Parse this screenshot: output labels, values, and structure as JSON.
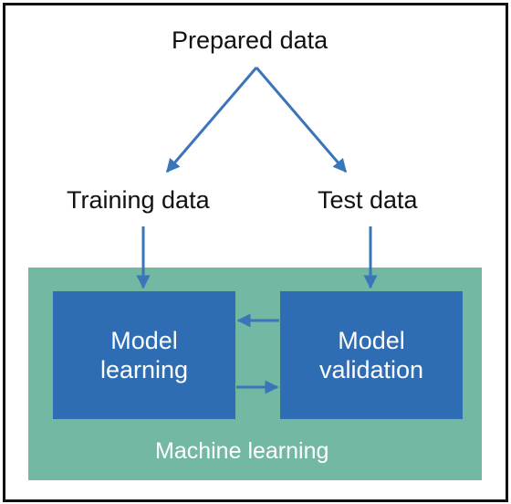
{
  "nodes": {
    "prepared": "Prepared data",
    "training": "Training data",
    "test": "Test data",
    "model_learning": [
      "Model",
      "learning"
    ],
    "model_validation": [
      "Model",
      "validation"
    ],
    "machine_learning": "Machine learning"
  },
  "colors": {
    "arrow": "#3a74b9",
    "box": "#2e6db3",
    "panel": "#72b8a3",
    "frame": "#111111"
  }
}
